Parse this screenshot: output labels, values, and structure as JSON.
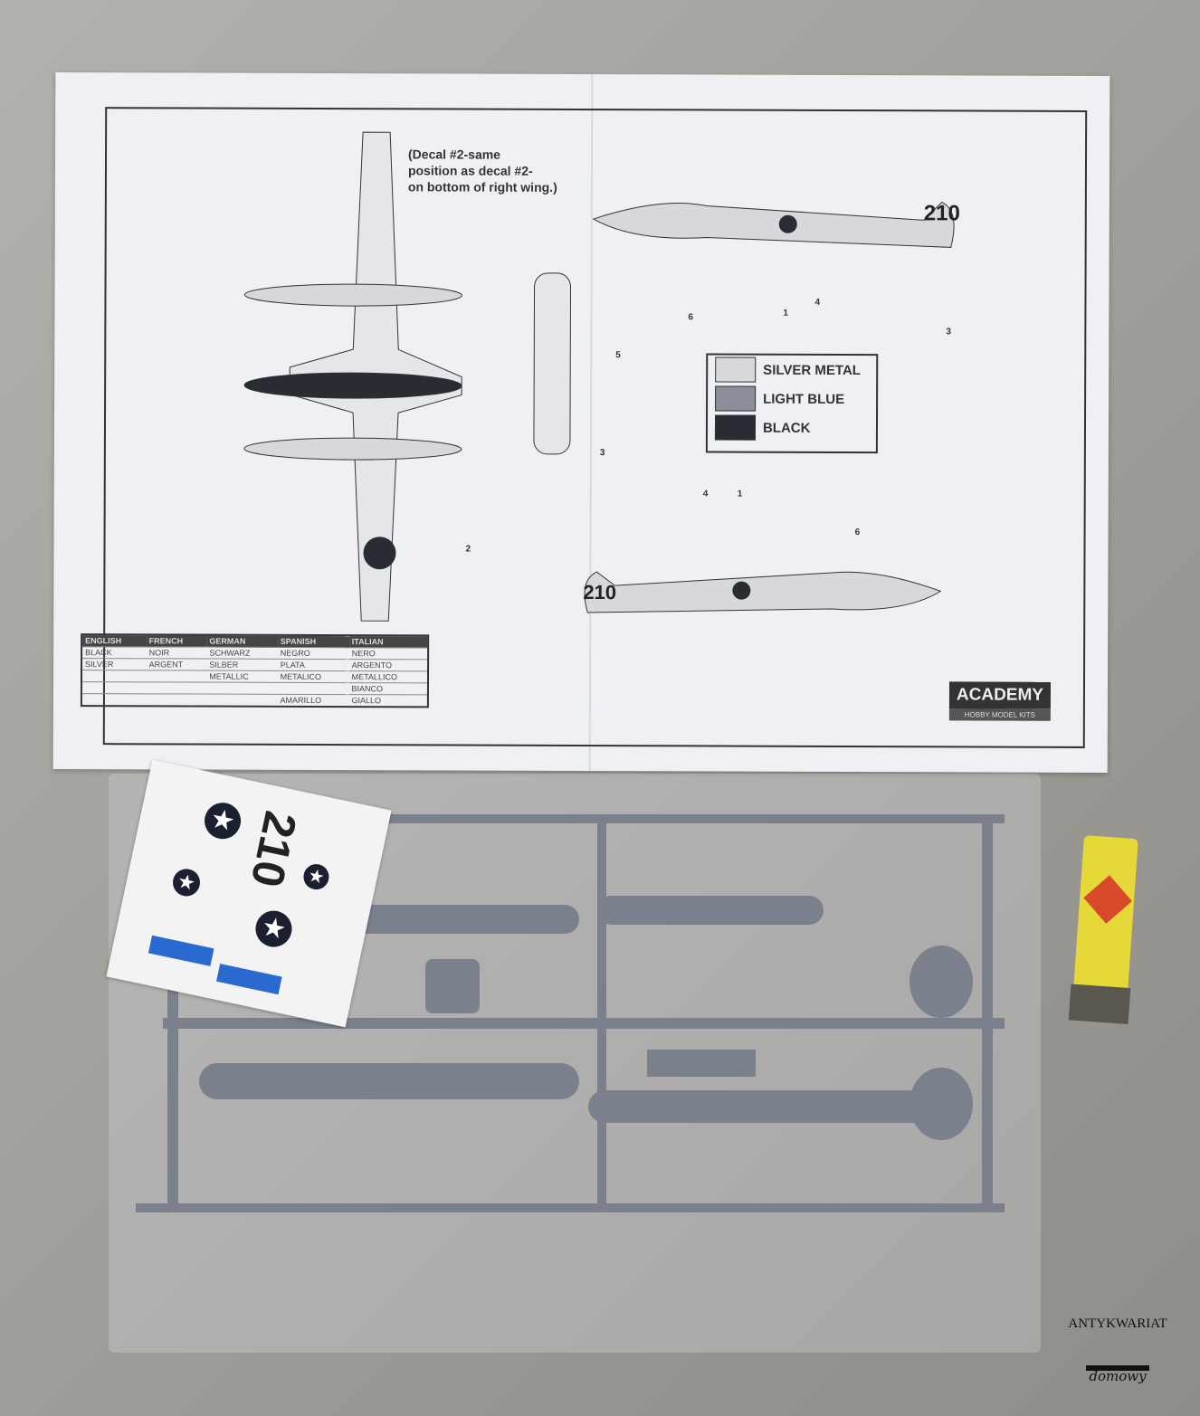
{
  "instruction_sheet": {
    "note": "(Decal #2-same\nposition as decal #2-\non bottom of right wing.)",
    "callouts": [
      "2",
      "5",
      "6",
      "1",
      "4",
      "3",
      "3",
      "4",
      "1",
      "6"
    ],
    "legend": [
      {
        "label": "SILVER METAL",
        "color": "#d6d8dc"
      },
      {
        "label": "LIGHT BLUE",
        "color": "#8a8e98"
      },
      {
        "label": "BLACK",
        "color": "#2a2c34"
      }
    ],
    "color_table": {
      "headers": [
        "ENGLISH",
        "FRENCH",
        "GERMAN",
        "SPANISH",
        "ITALIAN"
      ],
      "rows": [
        [
          "BLACK",
          "NOIR",
          "SCHWARZ",
          "NEGRO",
          "NERO"
        ],
        [
          "SILVER",
          "ARGENT",
          "SILBER",
          "PLATA",
          "ARGENTO"
        ],
        [
          "",
          "",
          "METALLIC",
          "METALICO",
          "METALLICO"
        ],
        [
          "",
          "",
          "",
          "",
          "BIANCO"
        ],
        [
          "",
          "",
          "",
          "AMARILLO",
          "GIALLO"
        ]
      ]
    },
    "logo": {
      "name": "ACADEMY",
      "sub": "HOBBY MODEL KITS"
    }
  },
  "decal_sheet": {
    "number": "210"
  },
  "watermark": {
    "top": "ANTYKWARIAT",
    "bottom": "domowy"
  }
}
